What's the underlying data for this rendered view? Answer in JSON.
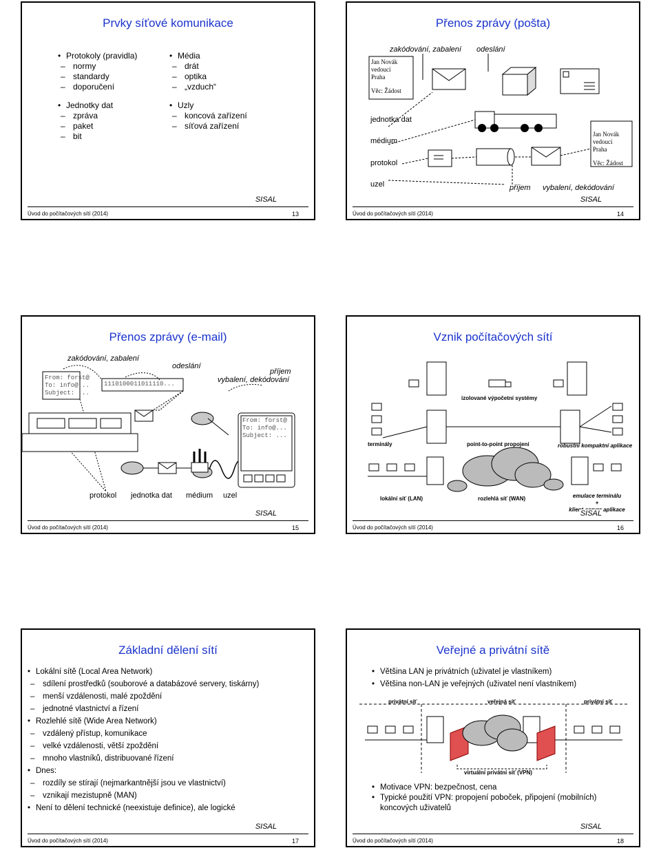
{
  "footer": {
    "course": "Úvod do počítačových sítí (2014)",
    "brand": "SISAL"
  },
  "s13": {
    "title": "Prvky síťové komunikace",
    "num": "13",
    "left": [
      {
        "t": "b",
        "v": "Protokoly (pravidla)"
      },
      {
        "t": "d",
        "v": "normy"
      },
      {
        "t": "d",
        "v": "standardy"
      },
      {
        "t": "d",
        "v": "doporučení"
      },
      {
        "t": "gap",
        "v": ""
      },
      {
        "t": "b",
        "v": "Jednotky dat"
      },
      {
        "t": "d",
        "v": "zpráva"
      },
      {
        "t": "d",
        "v": "paket"
      },
      {
        "t": "d",
        "v": "bit"
      }
    ],
    "right": [
      {
        "t": "b",
        "v": "Média"
      },
      {
        "t": "d",
        "v": "drát"
      },
      {
        "t": "d",
        "v": "optika"
      },
      {
        "t": "d",
        "v": "„vzduch“"
      },
      {
        "t": "gap",
        "v": ""
      },
      {
        "t": "b",
        "v": "Uzly"
      },
      {
        "t": "d",
        "v": "koncová zařízení"
      },
      {
        "t": "d",
        "v": "síťová zařízení"
      }
    ]
  },
  "s14": {
    "title": "Přenos zprávy (pošta)",
    "num": "14",
    "encode": "zakódování, zabalení",
    "send": "odeslání",
    "letter": [
      "Jan Novák",
      "vedoucí",
      "Praha",
      "Věc: Žádost"
    ],
    "unit": "jednotka dat",
    "medium": "médium",
    "protocol": "protokol",
    "node": "uzel",
    "receive": "příjem",
    "unpack": "vybalení, dekódování"
  },
  "s15": {
    "title": "Přenos zprávy (e-mail)",
    "num": "15",
    "encode": "zakódování, zabalení",
    "send": "odeslání",
    "receive": "příjem",
    "unpack": "vybalení, dekódování",
    "mail": [
      "From: forst@",
      "To: info@...",
      "Subject: ..."
    ],
    "bits": "1110100011011110...",
    "labels": [
      "protokol",
      "jednotka dat",
      "médium",
      "uzel"
    ]
  },
  "s16": {
    "title": "Vznik počítačových sítí",
    "num": "16",
    "isolated": "izolované výpočetní systémy",
    "terminals": "terminály",
    "p2p": "point-to-point propojení",
    "robust": "robustní kompaktní aplikace",
    "lan": "lokální síť (LAN)",
    "wan": "rozlehlá síť (WAN)",
    "emul1": "emulace terminálu",
    "plus": "+",
    "emul2": "klient-server aplikace"
  },
  "s17": {
    "title": "Základní dělení sítí",
    "num": "17",
    "items": [
      {
        "t": "b",
        "v": "Lokální sítě (Local Area Network)"
      },
      {
        "t": "d",
        "v": "sdílení prostředků (souborové a databázové servery, tiskárny)"
      },
      {
        "t": "d",
        "v": "menší vzdálenosti, malé zpoždění"
      },
      {
        "t": "d",
        "v": "jednotné vlastnictví a řízení"
      },
      {
        "t": "b",
        "v": "Rozlehlé sítě (Wide Area Network)"
      },
      {
        "t": "d",
        "v": "vzdálený přístup, komunikace"
      },
      {
        "t": "d",
        "v": "velké vzdálenosti, větší zpoždění"
      },
      {
        "t": "d",
        "v": "mnoho vlastníků, distribuované řízení"
      },
      {
        "t": "b",
        "v": "Dnes:"
      },
      {
        "t": "d",
        "v": "rozdíly se stírají (nejmarkantnější jsou ve vlastnictví)"
      },
      {
        "t": "d",
        "v": "vznikají mezistupně (MAN)"
      },
      {
        "t": "b",
        "v": "Není to dělení technické (neexistuje definice), ale logické"
      }
    ]
  },
  "s18": {
    "title": "Veřejné a privátní sítě",
    "num": "18",
    "top": [
      "Většina LAN je privátních (uživatel je vlastníkem)",
      "Většina non-LAN je veřejných (uživatel není vlastníkem)"
    ],
    "priv1": "privátní síť",
    "pub": "veřejná síť",
    "priv2": "privátní síť",
    "vpn": "virtuální privátní síť (VPN)",
    "bottom": [
      "Motivace VPN: bezpečnost, cena",
      "Typické použití VPN: propojení poboček, připojení (mobilních) koncových uživatelů"
    ]
  }
}
